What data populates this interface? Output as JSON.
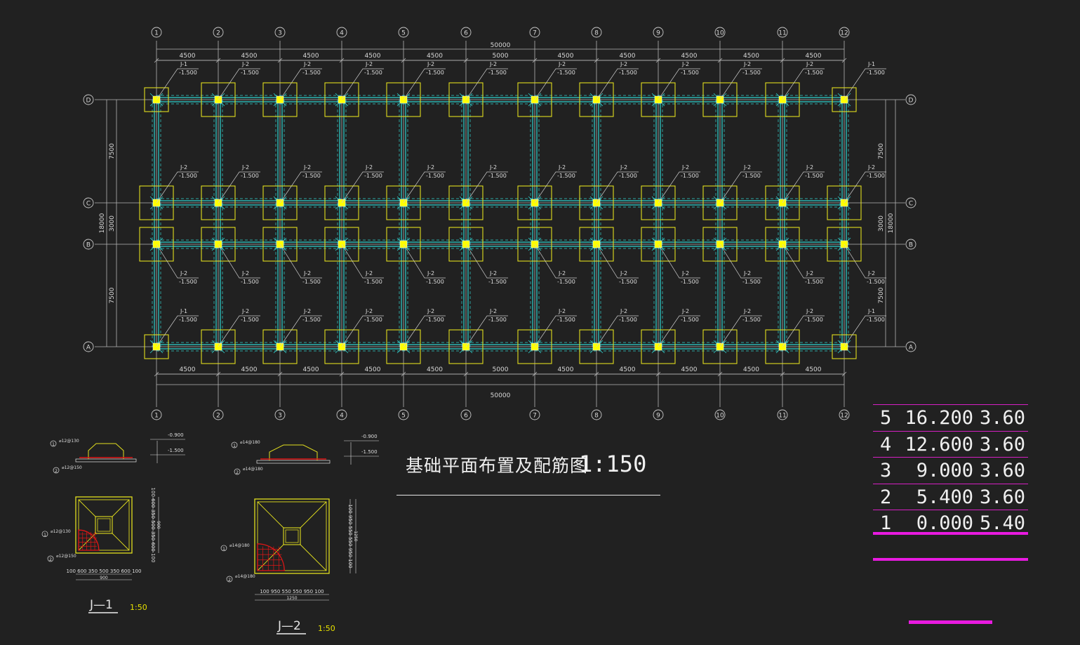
{
  "title": {
    "name": "基础平面布置及配筋图",
    "scale": "1:150"
  },
  "grid": {
    "columns": [
      "1",
      "2",
      "3",
      "4",
      "5",
      "6",
      "7",
      "8",
      "9",
      "10",
      "11",
      "12"
    ],
    "spacings": [
      "4500",
      "4500",
      "4500",
      "4500",
      "4500",
      "5000",
      "4500",
      "4500",
      "4500",
      "4500",
      "4500"
    ],
    "total_length": "50000",
    "rows": [
      "D",
      "C",
      "B",
      "A"
    ],
    "row_spacings": [
      "7500",
      "3000",
      "7500"
    ],
    "total_width": "18000"
  },
  "footing_labels": {
    "corner": "J-1",
    "typical": "J-2",
    "elevation": "-1.500"
  },
  "floor_table": [
    {
      "floor": "5",
      "elevation": "16.200",
      "height": "3.60"
    },
    {
      "floor": "4",
      "elevation": "12.600",
      "height": "3.60"
    },
    {
      "floor": "3",
      "elevation": "9.000",
      "height": "3.60"
    },
    {
      "floor": "2",
      "elevation": "5.400",
      "height": "3.60"
    },
    {
      "floor": "1",
      "elevation": "0.000",
      "height": "5.40"
    }
  ],
  "details": [
    {
      "name": "J—1",
      "scale": "1:50",
      "elev_top": "-0.900",
      "elev_bottom": "-1.500",
      "rebar_1": "⌀12@130",
      "rebar_2": "⌀12@150",
      "dims_h": "100 600 350 500 350 600 100",
      "total_h": "900",
      "dims_v": "100 600 350 500 350 600 100",
      "total_v": "900"
    },
    {
      "name": "J—2",
      "scale": "1:50",
      "elev_top": "-0.900",
      "elev_bottom": "-1.500",
      "rebar_1": "⌀14@180",
      "rebar_2": "⌀14@180",
      "dims_h": "100 950 550 550 950 100",
      "total_h": "1250",
      "dims_v": "100 950 550 550 950 100",
      "total_v": "1250"
    }
  ],
  "colors": {
    "background": "#212121",
    "grid_line": "#b4b4b4",
    "beam": "#2fd3d0",
    "footing": "#e2de1e",
    "column": "#ffff00",
    "rebar": "#e01616",
    "table_line": "#d61fc4"
  }
}
